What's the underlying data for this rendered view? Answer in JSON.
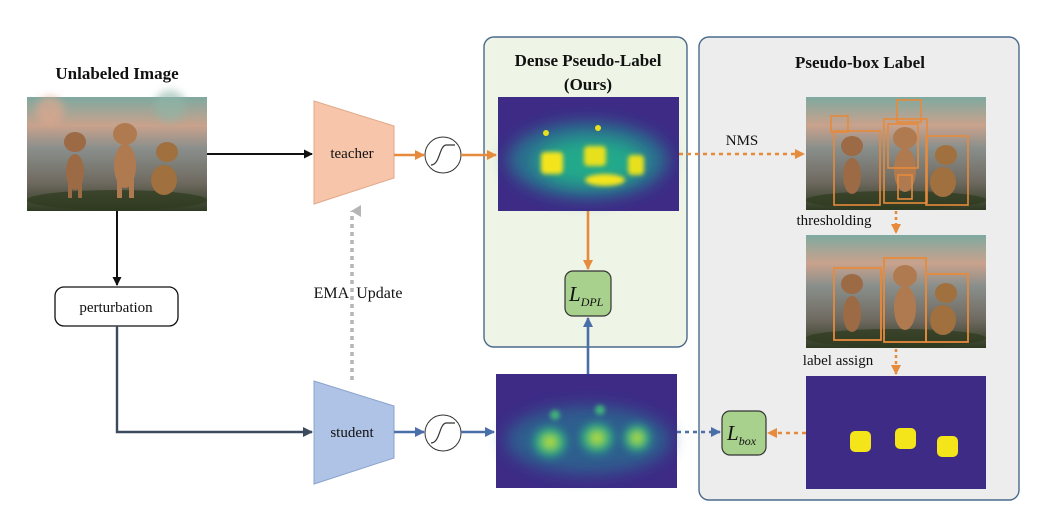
{
  "titles": {
    "unlabeled_image": "Unlabeled Image",
    "dense_line1": "Dense Pseudo-Label",
    "dense_line2": "(Ours)",
    "pseudo_box": "Pseudo-box Label"
  },
  "nodes": {
    "teacher": "teacher",
    "student": "student",
    "perturbation": "perturbation",
    "loss_dpl_main": "L",
    "loss_dpl_sub": "DPL",
    "loss_box_main": "L",
    "loss_box_sub": "box"
  },
  "edge_labels": {
    "ema_update": "EMA  Update",
    "nms": "NMS",
    "thresholding": "thresholding",
    "label_assign": "label assign"
  },
  "colors": {
    "teacher_fill": "#f7c6aa",
    "student_fill": "#aec3e6",
    "orange_arrow": "#e68a3c",
    "blue_arrow": "#4a6fa8",
    "dark_arrow": "#3b4a5c",
    "dense_panel": "#eef4e6",
    "box_panel": "#ededed",
    "panel_border": "#4a6a8c",
    "loss_fill": "#a9d18e",
    "heatmap_bg": "#3b1f78",
    "heatmap_hot": "#f4e41a"
  }
}
